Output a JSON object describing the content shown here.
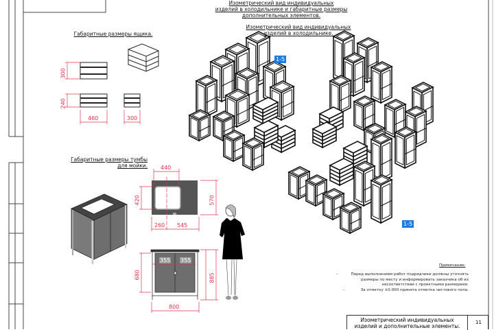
{
  "titles": {
    "main": [
      "Изометрический вид индивидуальных",
      "изделий в холодильнике и габаритные размеры",
      "дополнительных элементов."
    ],
    "iso_view": [
      "Изометрический вид индивидуальных",
      "изделий в холодильнике."
    ],
    "box_dims": "Габаритные размеры ящика.",
    "cabinet_dims": [
      "Габаритные размеры тумбы",
      "для мойки."
    ]
  },
  "tags": [
    "1-5",
    "1-5"
  ],
  "box_dimensions": {
    "height_front": "300",
    "height_side": "240",
    "length": "460",
    "width": "300"
  },
  "cabinet_dimensions": {
    "sink_width": "440",
    "sink_depth": "420",
    "depth": "570",
    "offset_left": "260",
    "offset_right": "545",
    "door_left": "355",
    "door_right": "355",
    "door_height": "680",
    "total_height": "885",
    "total_width": "800"
  },
  "notes": {
    "heading": "Примечание:",
    "items": [
      [
        "Перед выполнением работ подрядчики должны уточнять",
        "размеры по месту и информировать заказчика об их",
        "несоответствии с проектными размерами."
      ],
      [
        "За отметку ±0.000 принята отметка чистового пола."
      ]
    ]
  },
  "title_block": {
    "title": [
      "Изометрический индивидуальных",
      "изделий и дополнительные элементы."
    ],
    "sheet": "11"
  },
  "colors": {
    "dimension": "#e0304a",
    "tag": "#1e7be0",
    "cabinet": "#6e6e6e",
    "countertop": "#444444"
  }
}
